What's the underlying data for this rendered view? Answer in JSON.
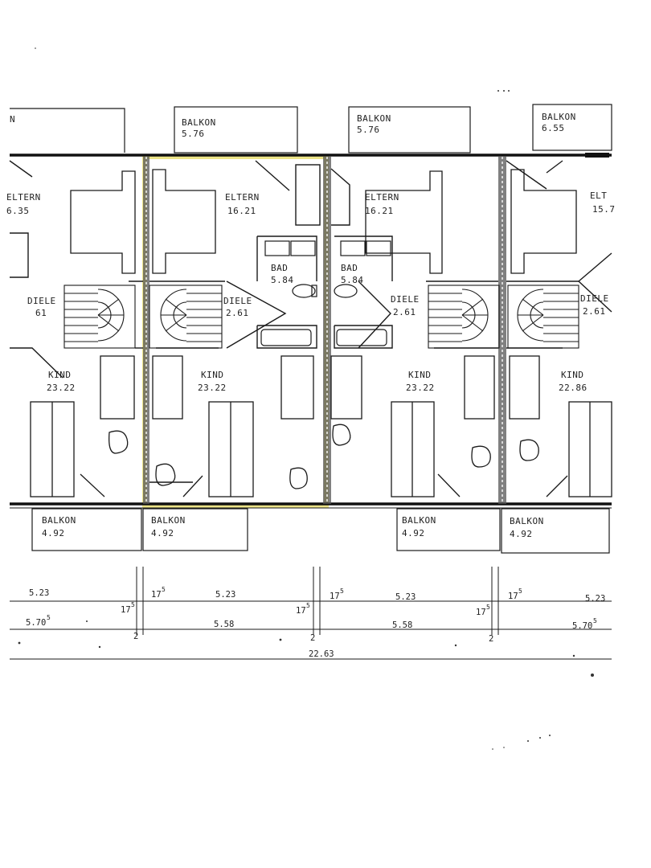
{
  "balconies_top": [
    {
      "label": "N",
      "area": ""
    },
    {
      "label": "BALKON",
      "area": "5.76"
    },
    {
      "label": "BALKON",
      "area": "5.76"
    },
    {
      "label": "BALKON",
      "area": "6.55"
    }
  ],
  "parents_rooms": [
    {
      "label": "ELTERN",
      "area": "6.35"
    },
    {
      "label": "ELTERN",
      "area": "16.21"
    },
    {
      "label": "ELTERN",
      "area": "16.21"
    },
    {
      "label": "ELT",
      "area": "15.7"
    }
  ],
  "baths": [
    {
      "label": "BAD",
      "area": "5.84"
    },
    {
      "label": "BAD",
      "area": "5.84"
    }
  ],
  "halls": [
    {
      "label": "DIELE",
      "area": "61"
    },
    {
      "label": "DIELE",
      "area": "2.61"
    },
    {
      "label": "DIELE",
      "area": "2.61"
    },
    {
      "label": "DIELE",
      "area": "2.61"
    }
  ],
  "kids_rooms": [
    {
      "label": "KIND",
      "area": "23.22"
    },
    {
      "label": "KIND",
      "area": "23.22"
    },
    {
      "label": "KIND",
      "area": "23.22"
    },
    {
      "label": "KIND",
      "area": "22.86"
    }
  ],
  "balconies_bottom": [
    {
      "label": "BALKON",
      "area": "4.92"
    },
    {
      "label": "BALKON",
      "area": "4.92"
    },
    {
      "label": "BALKON",
      "area": "4.92"
    },
    {
      "label": "BALKON",
      "area": "4.92"
    }
  ],
  "dimensions": {
    "row1": [
      "5.23",
      "5.23",
      "5.23",
      "5.23"
    ],
    "wall_thickness": "17",
    "wall_thickness_sup": "5",
    "row2": [
      "5.70",
      "5.58",
      "5.58",
      "5.70"
    ],
    "row2_sup": "5",
    "small": "2",
    "total": "22.63"
  },
  "highlight_color": "#e9df73"
}
